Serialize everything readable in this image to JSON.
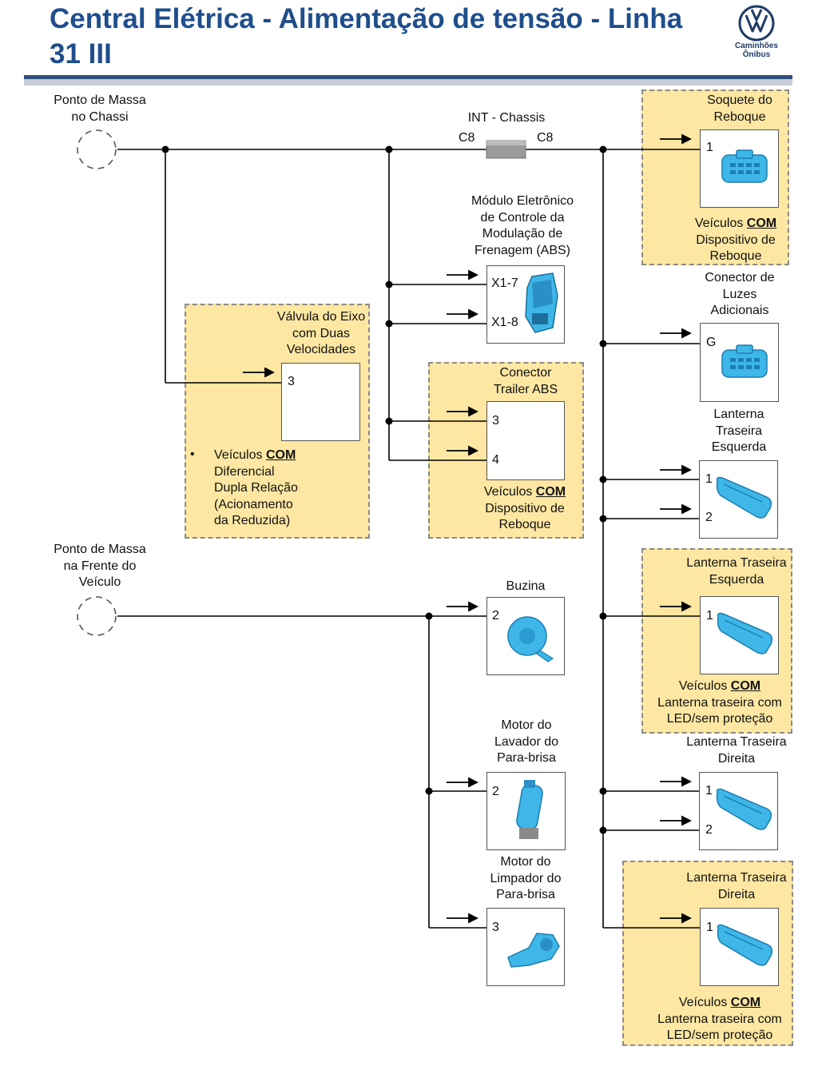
{
  "header": {
    "title": "Central Elétrica - Alimentação de tensão - Linha 31 III",
    "logo_line1": "Caminhões",
    "logo_line2": "Ônibus"
  },
  "grounds": {
    "chassis": "Ponto de Massa\nno Chassi",
    "front": "Ponto de Massa\nna Frente do\nVeículo"
  },
  "int_chassis": {
    "label": "INT - Chassis",
    "left_pin": "C8",
    "right_pin": "C8"
  },
  "components": {
    "soquete": {
      "title": "Soquete do\nReboque",
      "pin": "1",
      "note_pre": "Veículos ",
      "note_bold": "COM",
      "note_post": "Dispositivo de\nReboque"
    },
    "abs_module": {
      "title": "Módulo Eletrônico\nde Controle da\nModulação de\nFrenagem (ABS)",
      "pin1": "X1-7",
      "pin2": "X1-8"
    },
    "valvula": {
      "title": "Válvula do Eixo\ncom Duas\nVelocidades",
      "pin": "3",
      "bullet": "•",
      "note_pre": "Veículos ",
      "note_bold": "COM",
      "note_post": "Diferencial\nDupla Relação\n(Acionamento\nda Reduzida)"
    },
    "trailer_abs": {
      "title": "Conector\nTrailer ABS",
      "pin1": "3",
      "pin2": "4",
      "note_pre": "Veículos ",
      "note_bold": "COM",
      "note_post": "Dispositivo de\nReboque"
    },
    "luzes": {
      "title": "Conector de\nLuzes\nAdicionais",
      "pin": "G"
    },
    "lant_tras_esq": {
      "title": "Lanterna\nTraseira\nEsquerda",
      "pin1": "1",
      "pin2": "2"
    },
    "lant_tras_esq_led": {
      "title": "Lanterna Traseira\nEsquerda",
      "pin": "1",
      "note_pre": "Veículos ",
      "note_bold": "COM",
      "note_post": "Lanterna traseira com\nLED/sem proteção"
    },
    "buzina": {
      "title": "Buzina",
      "pin": "2"
    },
    "lavador": {
      "title": "Motor do\nLavador do\nPara-brisa",
      "pin": "2"
    },
    "lant_tras_dir": {
      "title": "Lanterna Traseira\nDireita",
      "pin1": "1",
      "pin2": "2"
    },
    "limpador": {
      "title": "Motor do\nLimpador do\nPara-brisa",
      "pin": "3"
    },
    "lant_tras_dir_led": {
      "title": "Lanterna Traseira\nDireita",
      "pin": "1",
      "note_pre": "Veículos ",
      "note_bold": "COM",
      "note_post": "Lanterna traseira com\nLED/sem proteção"
    }
  },
  "colors": {
    "title": "#1f4e8c",
    "optional_box": "#fde7a3",
    "component_icon": "#3fb6e8",
    "wire": "#000000",
    "connector": "#9a9a9a"
  }
}
